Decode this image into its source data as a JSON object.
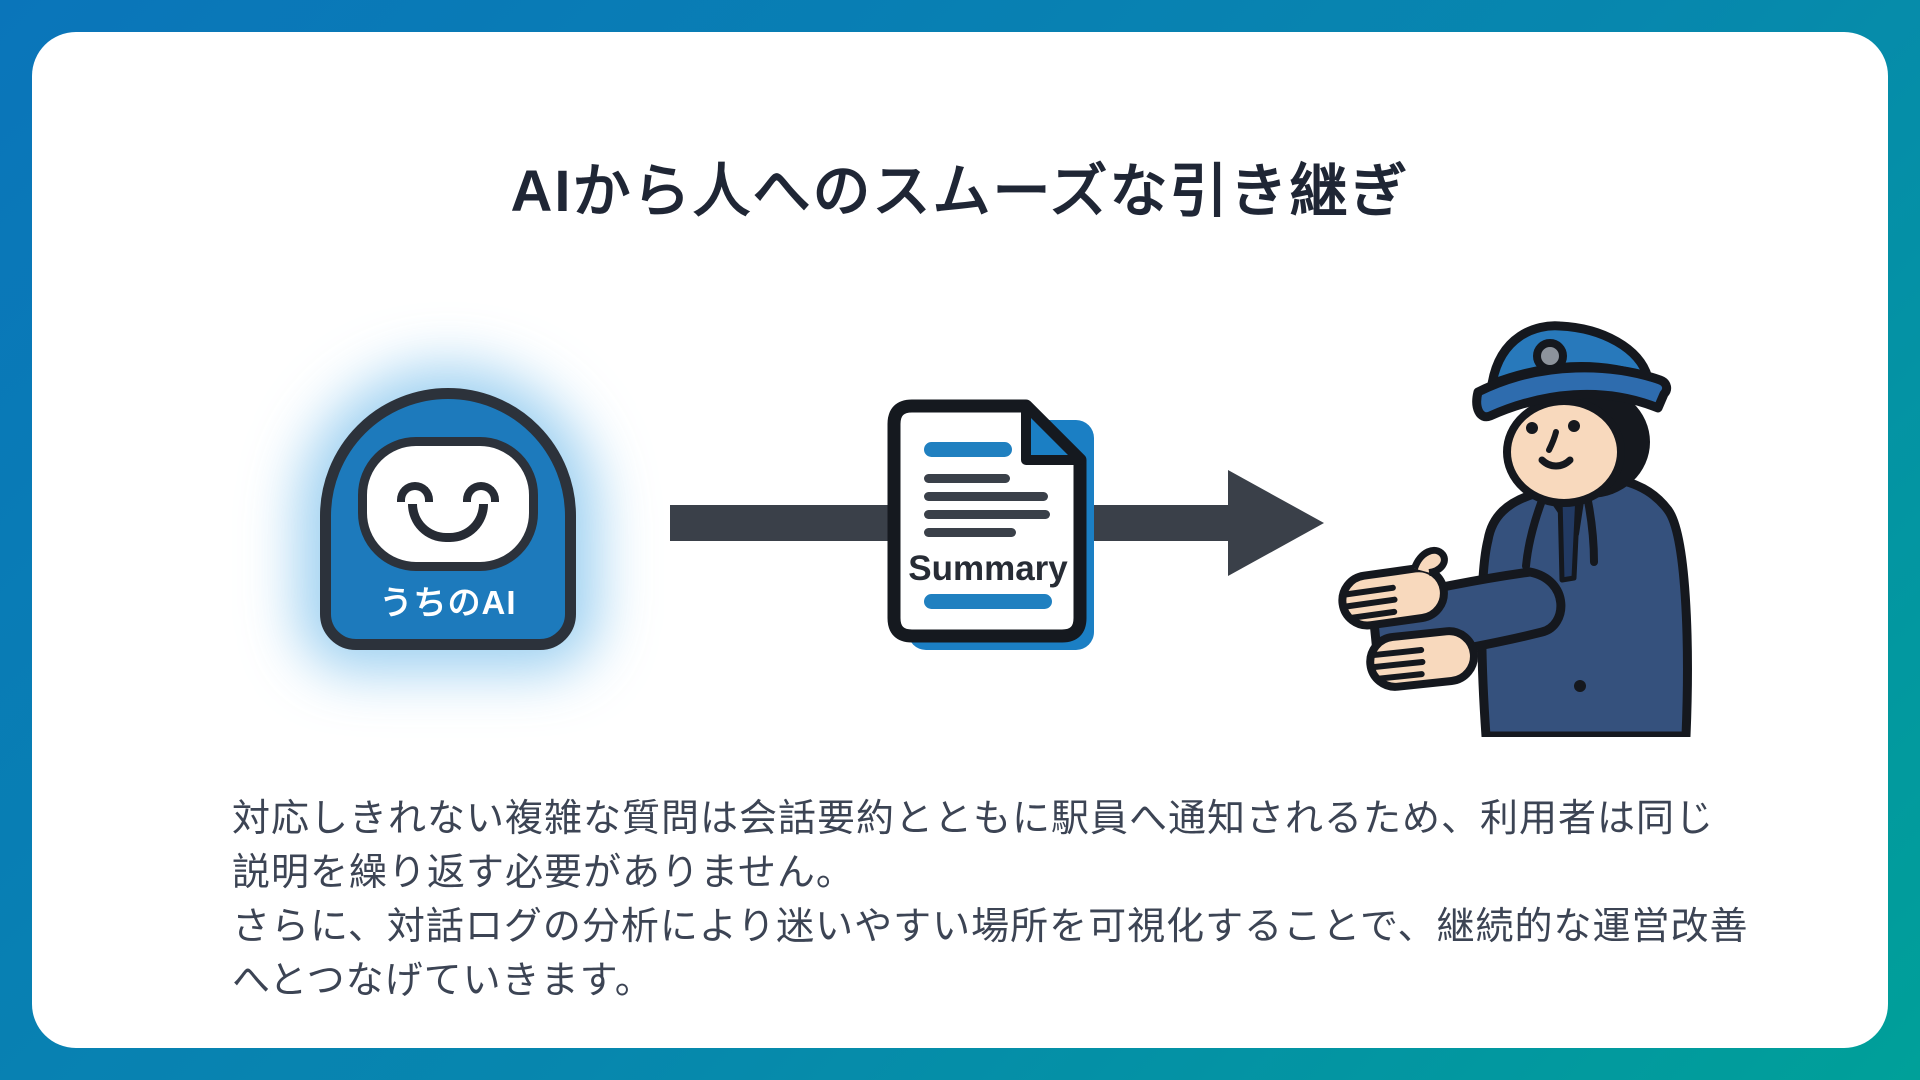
{
  "slide": {
    "title": "AIから人へのスムーズな引き継ぎ",
    "background_gradient_start": "#0a75ba",
    "background_gradient_end": "#00a099",
    "card_color": "#ffffff"
  },
  "diagram": {
    "ai_badge": {
      "label": "うちのAI",
      "fill_color": "#1d7abc",
      "outline_color": "#2c323b",
      "glow_color": "#87c6ee"
    },
    "summary_doc": {
      "label": "Summary",
      "accent_color": "#1b7fc4",
      "line_color": "#3a4049"
    },
    "arrow_color": "#3a4049",
    "staff": {
      "cap_color": "#2879bb",
      "suit_color": "#35517d",
      "skin_color": "#f8d9bd"
    }
  },
  "body": {
    "lines": [
      "対応しきれない複雑な質問は会話要約とともに駅員へ通知されるため、利用者は同じ",
      "説明を繰り返す必要がありません。",
      "さらに、対話ログの分析により迷いやすい場所を可視化することで、継続的な運営改善",
      "へとつなげていきます。"
    ]
  }
}
